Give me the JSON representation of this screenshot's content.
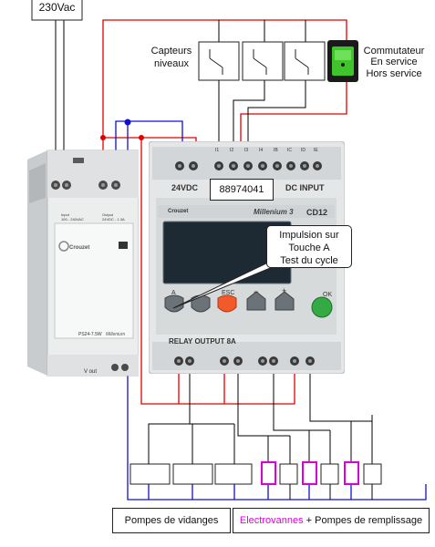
{
  "top": {
    "supply_label": "230Vac",
    "sensors_title_line1": "Capteurs",
    "sensors_title_line2": "niveaux",
    "switch_title_line1": "Commutateur",
    "switch_title_line2": "En service",
    "switch_title_line3": "Hors service"
  },
  "power_supply": {
    "brand": "Crouzet",
    "input_label": "Input",
    "input_spec": "100 - 240VAC",
    "output_label": "Output",
    "output_spec": "24VDC - 1.3A",
    "model": "PS24-7.5W",
    "series": "Millenium",
    "vout_label": "V out"
  },
  "plc": {
    "supply_label": "24VDC",
    "input_label": "DC INPUT",
    "serial": "88974041",
    "brand": "Crouzet",
    "series": "Millenium 3",
    "model": "CD12",
    "relay_label": "RELAY OUTPUT 8A",
    "input_terminals": [
      "I1",
      "I2",
      "I3",
      "I4",
      "IB",
      "IC",
      "ID",
      "IE"
    ],
    "keys": {
      "a": "A",
      "esc": "ESC",
      "minus": "−",
      "plus": "+",
      "ok": "OK"
    }
  },
  "callout": {
    "line1": "Impulsion sur",
    "line2": "Touche A",
    "line3": "Test du cycle"
  },
  "bottom": {
    "pumps_drain_label": "Pompes de vidanges",
    "valves_label": "Electrovannes",
    "fill_pumps_label": " + Pompes de remplissage"
  },
  "colors": {
    "phase_wire": "#e00000",
    "neutral_wire": "#1010d0",
    "signal_wire": "#000000",
    "valve_coil": "#dd00dd",
    "switch_body": "#1a1a1a",
    "switch_light": "#3fc52b",
    "key_esc": "#f25a2a",
    "key_ok": "#33aa44",
    "key_grey": "#6b7378",
    "lcd": "#1d2a33"
  }
}
